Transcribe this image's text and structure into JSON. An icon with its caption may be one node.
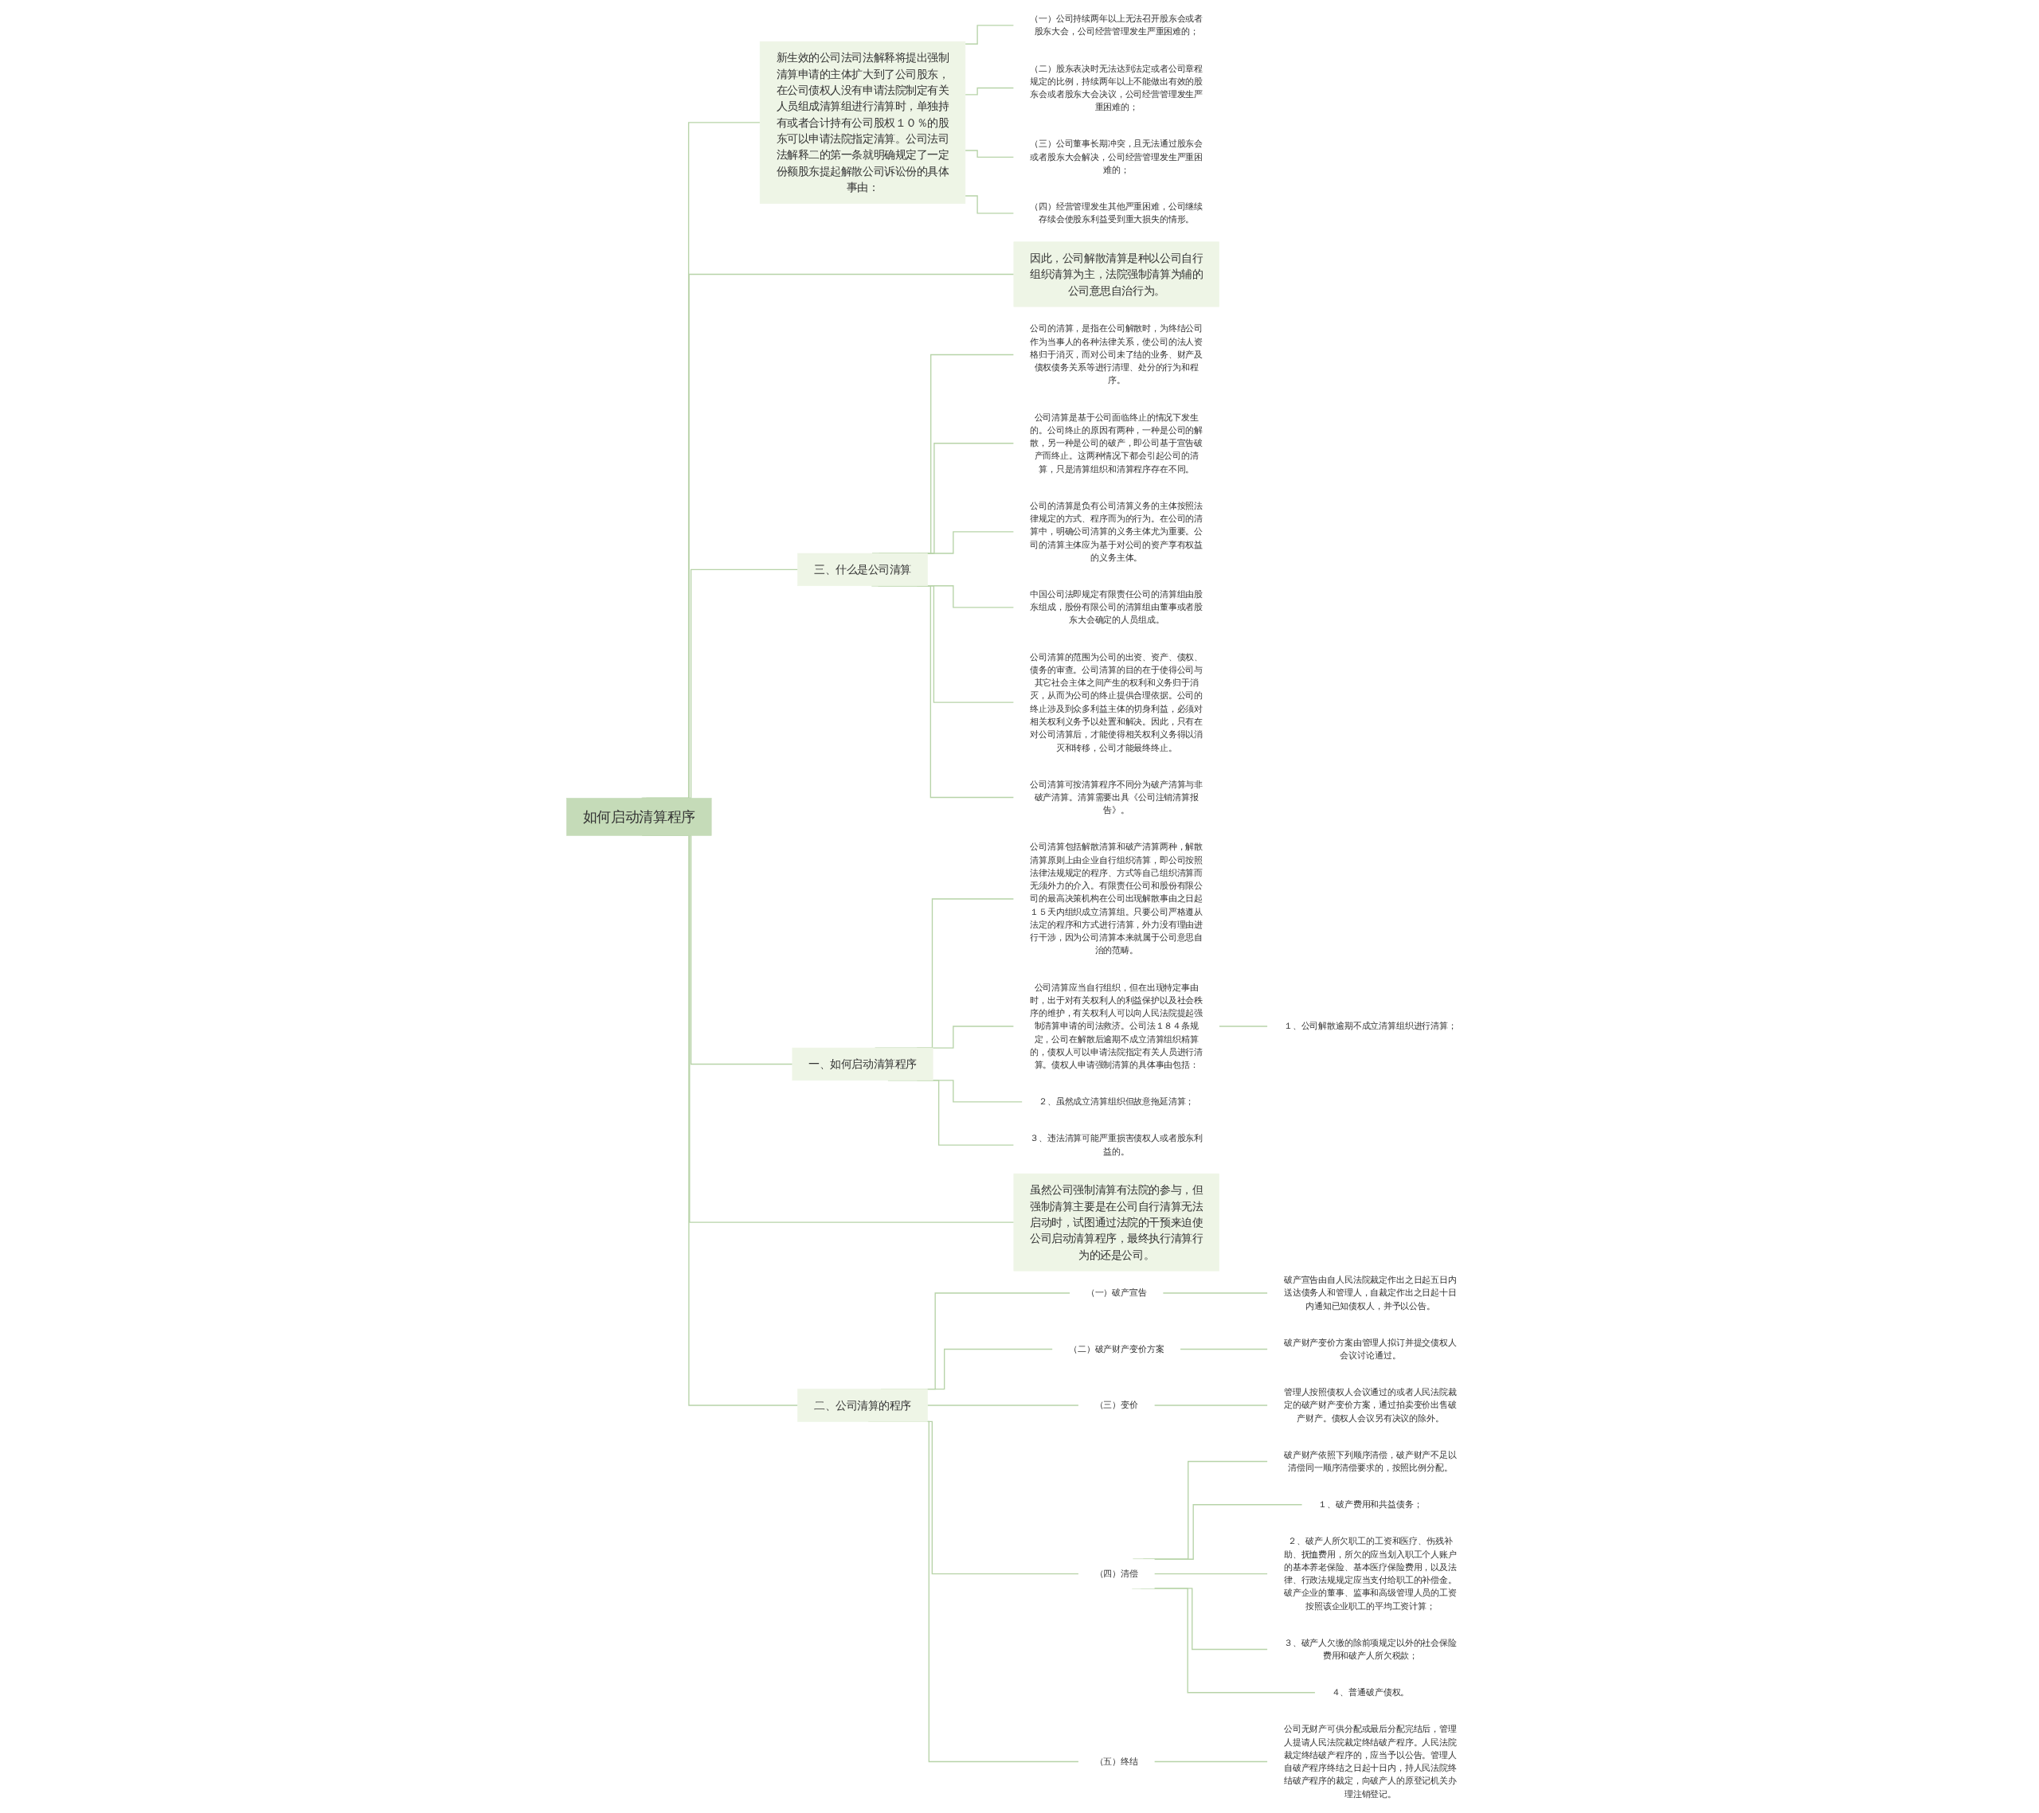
{
  "diagram": {
    "nodes": [
      {
        "text": [
          "如何启动清算程序"
        ]
      },
      {
        "text": [
          "新生效的公司法司法解释将提出强制清算申请的主体扩大到了公司股东，在公司债权人没有申请法院制定有关人员组成清算组进行清算时，单独持有或者合计持有公司股权１０％的股东可以申请法院指定清算。公司法司法解释二的第一条就明确规定了一定份额股东提起解散公司诉讼份的具体事由："
        ]
      },
      {
        "text": [
          "（一）公司持续两年以上无法召开股东会或者股东大会，公司经营管理发生严重困难的；"
        ]
      },
      {
        "text": [
          "（二）股东表决时无法达到法定或者公司章程规定的比例，持续两年以上不能做出有效的股东会或者股东大会决议，公司经营管理发生严重困难的；"
        ]
      },
      {
        "text": [
          "（三）公司董事长期冲突，且无法通过股东会或者股东大会解决，公司经营管理发生严重困难的；"
        ]
      },
      {
        "text": [
          "（四）经营管理发生其他严重困难，公司继续存续会使股东利益受到重大损失的情形。"
        ]
      },
      {
        "text": [
          "因此，公司解散清算是种以公司自行组织清算为主，法院强制清算为辅的公司意思自治行为。"
        ]
      },
      {
        "text": [
          "三、什么是公司清算"
        ]
      },
      {
        "text": [
          "公司的清算，是指在公司解散时，为终结公司作为当事人的各种法律关系，使公司的法人资格归于消灭，而对公司未了结的业务、财产及债权债务关系等进行清理、处分的行为和程序。"
        ]
      },
      {
        "text": [
          "公司清算是基于公司面临终止的情况下发生的。公司终止的原因有两种，一种是公司的解散，另一种是公司的破产，即公司基于宣告破产而终止。这两种情况下都会引起公司的清算，只是清算组织和清算程序存在不同。"
        ]
      },
      {
        "text": [
          "公司的清算是负有公司清算义务的主体按照法律规定的方式、程序而为的行为。在公司的清算中，明确公司清算的义务主体尤为重要。公司的清算主体应为基于对公司的资产享有权益的义务主体。"
        ]
      },
      {
        "text": [
          "中国公司法即规定有限责任公司的清算组由股东组成，股份有限公司的清算组由董事或者股东大会确定的人员组成。"
        ]
      },
      {
        "text": [
          "公司清算的范围为公司的出资、资产、债权、债务的审查。公司清算的目的在于使得公司与其它社会主体之间产生的权利和义务归于消灭，从而为公司的终止提供合理依据。公司的终止涉及到众多利益主体的切身利益，必须对相关权利义务予以处置和解决。因此，只有在对公司清算后，才能使得相关权利义务得以消灭和转移，公司才能最终终止。"
        ]
      },
      {
        "text": [
          "公司清算可按清算程序不同分为破产清算与非破产清算。清算需要出具《公司注销清算报告》。"
        ]
      },
      {
        "text": [
          "一、如何启动清算程序"
        ]
      },
      {
        "text": [
          "公司清算包括解散清算和破产清算两种，解散清算原则上由企业自行组织清算，即公司按照法律法规规定的程序、方式等自己组织清算而无须外力的介入。有限责任公司和股份有限公司的最高决策机构在公司出现解散事由之日起１５天内组织成立清算组。只要公司严格遵从法定的程序和方式进行清算，外力没有理由进行干涉，因为公司清算本来就属于公司意思自治的范畴。"
        ]
      },
      {
        "text": [
          "公司清算应当自行组织，但在出现特定事由时，出于对有关权利人的利益保护以及社会秩序的维护，有关权利人可以向人民法院提起强制清算申请的司法救济。公司法１８４条规定，公司在解散后逾期不成立清算组织精算的，债权人可以申请法院指定有关人员进行清算。债权人申请强制清算的具体事由包括："
        ]
      },
      {
        "text": [
          "１、公司解散逾期不成立清算组织进行清算；"
        ]
      },
      {
        "text": [
          "２、虽然成立清算组织但故意拖延清算；"
        ]
      },
      {
        "text": [
          "３、违法清算可能严重损害债权人或者股东利益的。"
        ]
      },
      {
        "text": [
          "虽然公司强制清算有法院的参与，但强制清算主要是在公司自行清算无法启动时，试图通过法院的干预来迫使公司启动清算程序，最终执行清算行为的还是公司。"
        ]
      },
      {
        "text": [
          "二、公司清算的程序"
        ]
      },
      {
        "text": [
          "（一）破产宣告"
        ]
      },
      {
        "text": [
          "破产宣告由自人民法院裁定作出之日起五日内送达债务人和管理人，自裁定作出之日起十日内通知已知债权人，并予以公告。"
        ]
      },
      {
        "text": [
          "（二）破产财产变价方案"
        ]
      },
      {
        "text": [
          "破产财产变价方案由管理人拟订并提交债权人会议讨论通过。"
        ]
      },
      {
        "text": [
          "（三）变价"
        ]
      },
      {
        "text": [
          "管理人按照债权人会议通过的或者人民法院裁定的破产财产变价方案，通过拍卖变价出售破产财产。债权人会议另有决议的除外。"
        ]
      },
      {
        "text": [
          "（四）清偿"
        ]
      },
      {
        "text": [
          "破产财产依照下列顺序清偿，破产财产不足以清偿同一顺序清偿要求的，按照比例分配。"
        ]
      },
      {
        "text": [
          "１、破产费用和共益债务；"
        ]
      },
      {
        "text": [
          "２、破产人所欠职工的工资和医疗、伤残补助、抚恤费用，所欠的应当划入职工个人账户的基本养老保险、基本医疗保险费用，以及法律、行政法规规定应当支付给职工的补偿金。破产企业的董事、监事和高级管理人员的工资按照该企业职工的平均工资计算；"
        ]
      },
      {
        "text": [
          "３、破产人欠缴的除前项规定以外的社会保险费用和破产人所欠税款；"
        ]
      },
      {
        "text": [
          "４、普通破产债权。"
        ]
      },
      {
        "text": [
          "（五）终结"
        ]
      },
      {
        "text": [
          "公司无财产可供分配或最后分配完结后，管理人提请人民法院裁定终结破产程序。人民法院裁定终结破产程序的，应当予以公告。管理人自破产程序终结之日起十日内，持人民法院终结破产程序的裁定，向破产人的原登记机关办理注销登记。"
        ]
      }
    ],
    "edges": [
      {
        "from": 0,
        "to": 1,
        "arrow": "none"
      },
      {
        "from": 1,
        "to": 2,
        "arrow": "none"
      },
      {
        "from": 1,
        "to": 3,
        "arrow": "none"
      },
      {
        "from": 1,
        "to": 4,
        "arrow": "none"
      },
      {
        "from": 1,
        "to": 5,
        "arrow": "none"
      },
      {
        "from": 0,
        "to": 6,
        "arrow": "none"
      },
      {
        "from": 0,
        "to": 7,
        "arrow": "none"
      },
      {
        "from": 7,
        "to": 8,
        "arrow": "none"
      },
      {
        "from": 7,
        "to": 9,
        "arrow": "none"
      },
      {
        "from": 7,
        "to": 10,
        "arrow": "none"
      },
      {
        "from": 7,
        "to": 11,
        "arrow": "none"
      },
      {
        "from": 7,
        "to": 12,
        "arrow": "none"
      },
      {
        "from": 7,
        "to": 13,
        "arrow": "none"
      },
      {
        "from": 0,
        "to": 14,
        "arrow": "none"
      },
      {
        "from": 14,
        "to": 15,
        "arrow": "none"
      },
      {
        "from": 14,
        "to": 16,
        "arrow": "none"
      },
      {
        "from": 16,
        "to": 17,
        "arrow": "none"
      },
      {
        "from": 14,
        "to": 18,
        "arrow": "none"
      },
      {
        "from": 14,
        "to": 19,
        "arrow": "none"
      },
      {
        "from": 0,
        "to": 20,
        "arrow": "none"
      },
      {
        "from": 0,
        "to": 21,
        "arrow": "none"
      },
      {
        "from": 21,
        "to": 22,
        "arrow": "none"
      },
      {
        "from": 22,
        "to": 23,
        "arrow": "none"
      },
      {
        "from": 21,
        "to": 24,
        "arrow": "none"
      },
      {
        "from": 24,
        "to": 25,
        "arrow": "none"
      },
      {
        "from": 21,
        "to": 26,
        "arrow": "none"
      },
      {
        "from": 26,
        "to": 27,
        "arrow": "none"
      },
      {
        "from": 21,
        "to": 28,
        "arrow": "none"
      },
      {
        "from": 28,
        "to": 29,
        "arrow": "none"
      },
      {
        "from": 28,
        "to": 30,
        "arrow": "none"
      },
      {
        "from": 28,
        "to": 31,
        "arrow": "none"
      },
      {
        "from": 28,
        "to": 32,
        "arrow": "none"
      },
      {
        "from": 28,
        "to": 33,
        "arrow": "none"
      },
      {
        "from": 21,
        "to": 34,
        "arrow": "none"
      },
      {
        "from": 34,
        "to": 35,
        "arrow": "none"
      }
    ]
  }
}
